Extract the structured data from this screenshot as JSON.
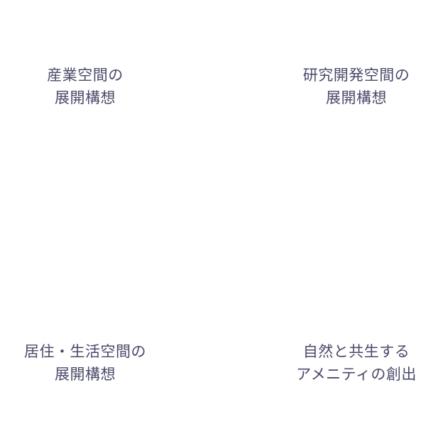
{
  "panels": [
    {
      "line1": "産業空間の",
      "line2": "展開構想"
    },
    {
      "line1": "研究開発空間の",
      "line2": "展開構想"
    },
    {
      "line1": "居住・生活空間の",
      "line2": "展開構想"
    },
    {
      "line1": "自然と共生する",
      "line2": "アメニティの創出"
    }
  ],
  "colors": {
    "text": "#4a4a6a",
    "background": "#ffffff"
  }
}
